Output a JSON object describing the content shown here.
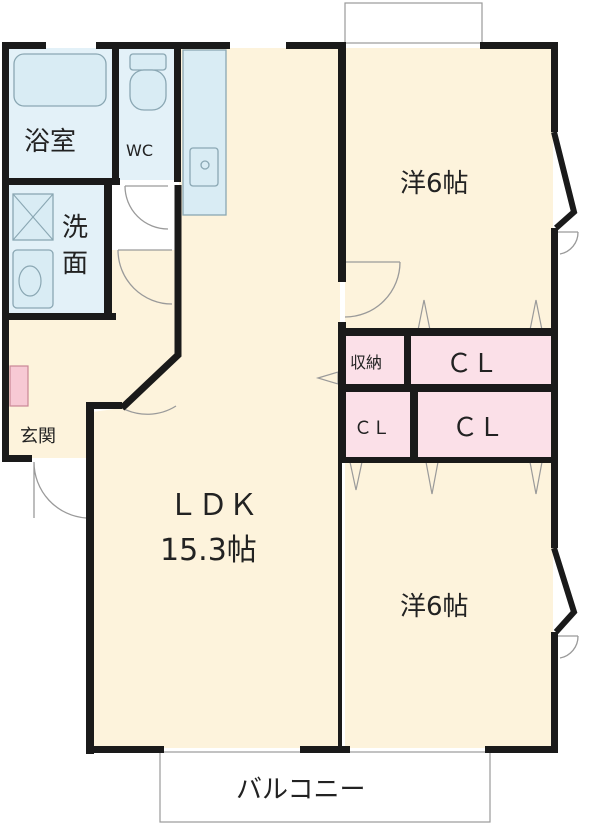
{
  "rooms": {
    "bath": "浴室",
    "wc": "WC",
    "washroom_line1": "洗",
    "washroom_line2": "面",
    "entrance": "玄関",
    "ldk_name": "ＬＤＫ",
    "ldk_size": "15.3帖",
    "western_top": "洋6帖",
    "western_bottom": "洋6帖",
    "storage": "収納",
    "closet_top": "ＣＬ",
    "closet_mid_left": "ＣＬ",
    "closet_mid_right": "ＣＬ",
    "balcony": "バルコニー"
  },
  "colors": {
    "floor": "#fdf3dc",
    "wet_area": "#e3f1f8",
    "closet": "#fbe0e8",
    "wall": "#1a1a1a",
    "fixture": "#d9ecf4",
    "shoe_box": "#f7c9d4"
  }
}
